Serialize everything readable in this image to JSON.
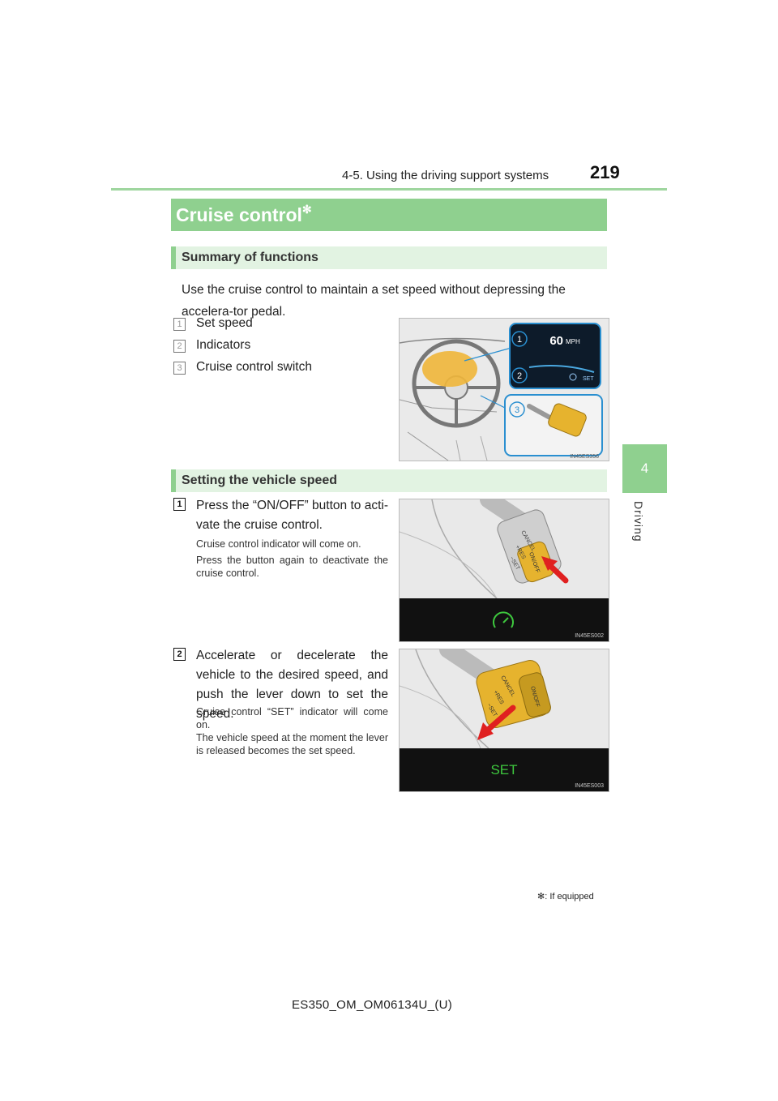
{
  "header": {
    "section": "4-5. Using the driving support systems",
    "page_number": "219"
  },
  "side_tab": {
    "chapter_number": "4",
    "chapter_label": "Driving"
  },
  "title": {
    "text": "Cruise control",
    "star": "✻"
  },
  "summary": {
    "heading": "Summary of functions",
    "intro": "Use the cruise control to maintain a set speed without depressing the accelera-tor pedal.",
    "items": [
      {
        "num": "1",
        "label": "Set speed"
      },
      {
        "num": "2",
        "label": "Indicators"
      },
      {
        "num": "3",
        "label": "Cruise control switch"
      }
    ],
    "figure": {
      "speed_value": "60",
      "speed_unit": "MPH",
      "set_label": "SET",
      "callouts": [
        "1",
        "2",
        "3"
      ],
      "code": "IN45ES356"
    }
  },
  "setting": {
    "heading": "Setting the vehicle speed",
    "steps": [
      {
        "num": "1",
        "main": "Press the “ON/OFF” button to acti-vate the cruise control.",
        "notes": [
          "Cruise control indicator will come on.",
          "Press the button again to deactivate the cruise control."
        ],
        "figure_code": "IN45ES002"
      },
      {
        "num": "2",
        "main": "Accelerate or decelerate the vehicle to the desired speed, and push the lever down to set the speed.",
        "notes": [
          "Cruise control “SET” indicator will come on.",
          "The vehicle speed at the moment the lever is released becomes the set speed."
        ],
        "figure_code": "IN45ES003",
        "set_display": "SET"
      }
    ]
  },
  "lever_labels": {
    "cancel": "CANCEL",
    "res": "+RES",
    "set": "−SET",
    "onoff": "ON/OFF"
  },
  "equipped_note": ": If equipped",
  "equipped_star": "✻",
  "footer": "ES350_OM_OM06134U_(U)",
  "colors": {
    "accent_green": "#8fd08f",
    "lever_yellow": "#e6b32e"
  }
}
